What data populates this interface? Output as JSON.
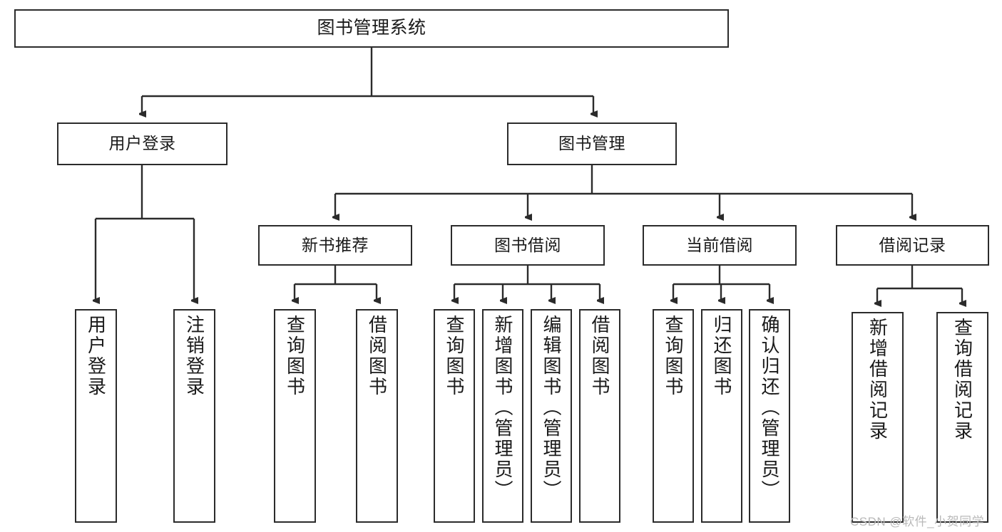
{
  "diagram": {
    "title_node": "图书管理系统",
    "type": "hierarchy-tree",
    "watermark": "CSDN @软件_小贺同学",
    "colors": {
      "box_border": "#2b2b2b",
      "box_fill": "#ffffff",
      "connector": "#2b2b2b",
      "text": "#1a1a1a",
      "watermark": "#b9b9b9",
      "background": "#ffffff"
    },
    "levels": {
      "level1": [
        {
          "id": "root",
          "label": "图书管理系统"
        }
      ],
      "level2": [
        {
          "id": "user-login",
          "label": "用户登录"
        },
        {
          "id": "book-management",
          "label": "图书管理"
        }
      ],
      "level3": [
        {
          "id": "new-book-recommend",
          "label": "新书推荐",
          "parent": "book-management"
        },
        {
          "id": "book-borrow",
          "label": "图书借阅",
          "parent": "book-management"
        },
        {
          "id": "current-borrow",
          "label": "当前借阅",
          "parent": "book-management"
        },
        {
          "id": "borrow-record",
          "label": "借阅记录",
          "parent": "book-management"
        }
      ],
      "level4": [
        {
          "id": "leaf-user-login",
          "label": "用户登录",
          "parent": "user-login"
        },
        {
          "id": "leaf-logout-login",
          "label": "注销登录",
          "parent": "user-login"
        },
        {
          "id": "leaf-query-book-1",
          "label": "查询图书",
          "parent": "new-book-recommend"
        },
        {
          "id": "leaf-borrow-book-1",
          "label": "借阅图书",
          "parent": "new-book-recommend"
        },
        {
          "id": "leaf-query-book-2",
          "label": "查询图书",
          "parent": "book-borrow"
        },
        {
          "id": "leaf-add-book",
          "label": "新增图书（管理员）",
          "parent": "book-borrow"
        },
        {
          "id": "leaf-edit-book",
          "label": "编辑图书（管理员）",
          "parent": "book-borrow"
        },
        {
          "id": "leaf-borrow-book-2",
          "label": "借阅图书",
          "parent": "book-borrow"
        },
        {
          "id": "leaf-query-book-3",
          "label": "查询图书",
          "parent": "current-borrow"
        },
        {
          "id": "leaf-return-book",
          "label": "归还图书",
          "parent": "current-borrow"
        },
        {
          "id": "leaf-confirm-return",
          "label": "确认归还（管理员）",
          "parent": "current-borrow"
        },
        {
          "id": "leaf-add-record",
          "label": "新增借阅记录",
          "parent": "borrow-record"
        },
        {
          "id": "leaf-query-record",
          "label": "查询借阅记录",
          "parent": "borrow-record"
        }
      ]
    }
  }
}
